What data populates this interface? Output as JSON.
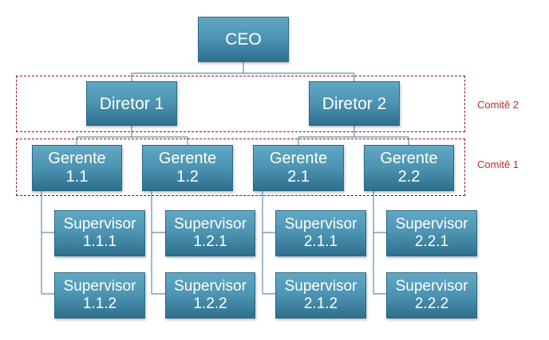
{
  "org": {
    "ceo": "CEO",
    "directors": [
      "Diretor 1",
      "Diretor 2"
    ],
    "managers": [
      "Gerente\n1.1",
      "Gerente\n1.2",
      "Gerente\n2.1",
      "Gerente\n2.2"
    ],
    "supervisors": [
      [
        "Supervisor\n1.1.1",
        "Supervisor\n1.1.2"
      ],
      [
        "Supervisor\n1.2.1",
        "Supervisor\n1.2.2"
      ],
      [
        "Supervisor\n2.1.1",
        "Supervisor\n2.1.2"
      ],
      [
        "Supervisor\n2.2.1",
        "Supervisor\n2.2.2"
      ]
    ]
  },
  "committees": {
    "comite_2": "Comitê 2",
    "comite_1": "Comitê 1"
  },
  "colors": {
    "box_top": "#62a8c4",
    "box_bottom": "#2e6f8d",
    "connector": "#5b8fb0",
    "committee_border": "#8b1c1c",
    "committee_label": "#c0272d"
  }
}
